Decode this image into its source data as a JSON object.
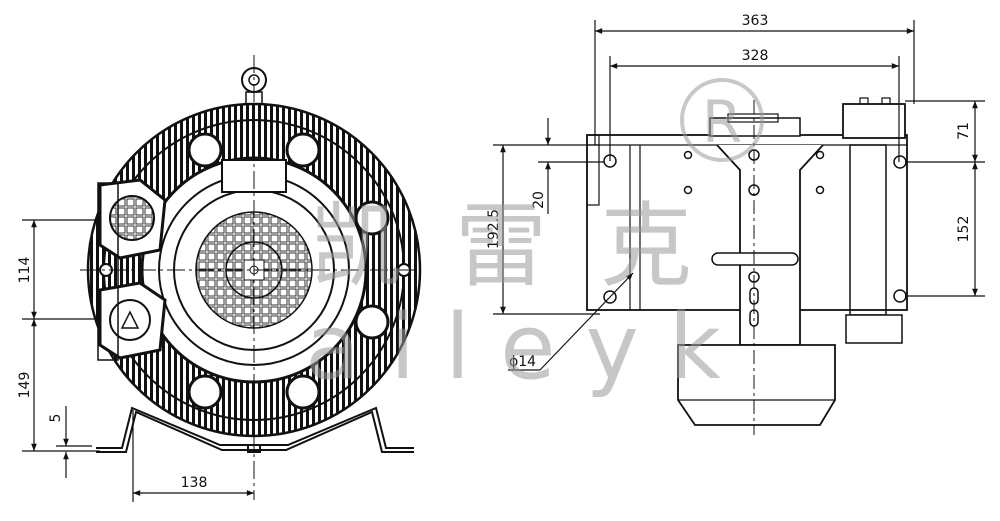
{
  "drawing": {
    "title": "Ring blower dimension drawing",
    "views": [
      "front-view",
      "side-view"
    ],
    "line_color": "#111111",
    "watermark_color": "#9a9a9a"
  },
  "watermark": {
    "cn_chars": [
      "凯",
      "雷",
      "克"
    ],
    "latin": "Kaileyk",
    "latin_visible": "aileyk",
    "registered": "®"
  },
  "front_view": {
    "dimensions": {
      "height_inlet_outlet_spacing": "114",
      "height_outlet_to_base": "149",
      "base_plate_thickness": "5",
      "foot_half_width": "138"
    }
  },
  "side_view": {
    "dimensions": {
      "overall_length": "363",
      "mount_length": "328",
      "mount_height": "192.5",
      "hole_offset": "20",
      "hole_diameter": "ϕ14",
      "top_to_hole": "71",
      "hole_spacing": "152"
    }
  }
}
